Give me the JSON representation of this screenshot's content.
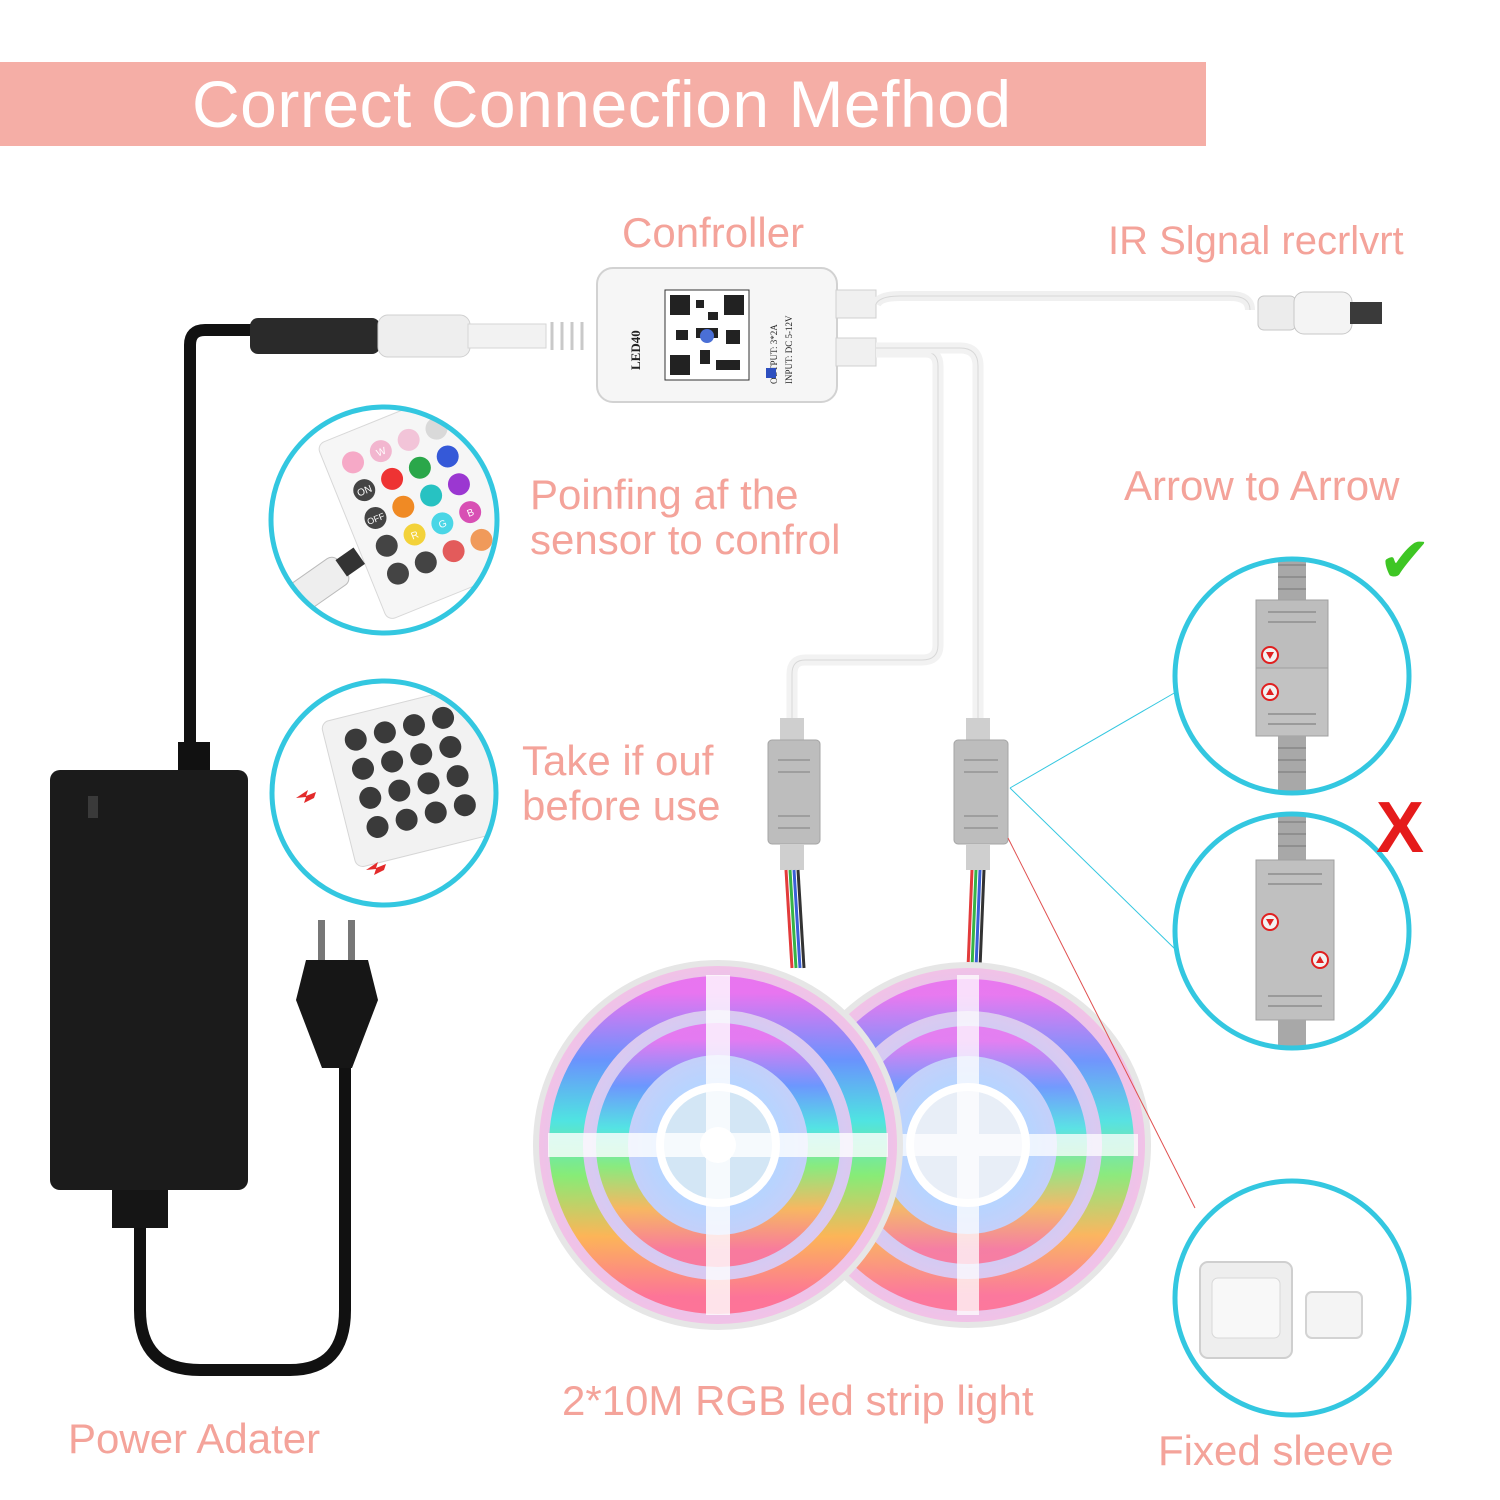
{
  "banner": {
    "title": "Correct Connecfion Mefhod"
  },
  "labels": {
    "controller": "Confroller",
    "ir_receiver": "IR Slgnal recrlvrt",
    "pointing_line1": "Poinfing af the",
    "pointing_line2": "sensor to confrol",
    "arrow_to_arrow": "Arrow to Arrow",
    "take_line1": "Take if ouf",
    "take_line2": "before use",
    "led_strip": "2*10M RGB led strip light",
    "power_adapter": "Power Adater",
    "fixed_sleeve": "Fixed sleeve"
  },
  "controller_device": {
    "brand": "LED40",
    "output": "OUTPUT: 3*2A",
    "input": "INPUT: DC 5-12V"
  },
  "remote_buttons": {
    "off": "OFF",
    "on": "ON",
    "w": "W",
    "r": "R",
    "g": "G",
    "b": "B"
  },
  "marks": {
    "correct": "✔",
    "wrong": "X"
  },
  "colors": {
    "banner": "#f5aea6",
    "label": "#f4a39a",
    "circle": "#33c7e0",
    "check": "#3ec624",
    "cross": "#e51b1b"
  }
}
